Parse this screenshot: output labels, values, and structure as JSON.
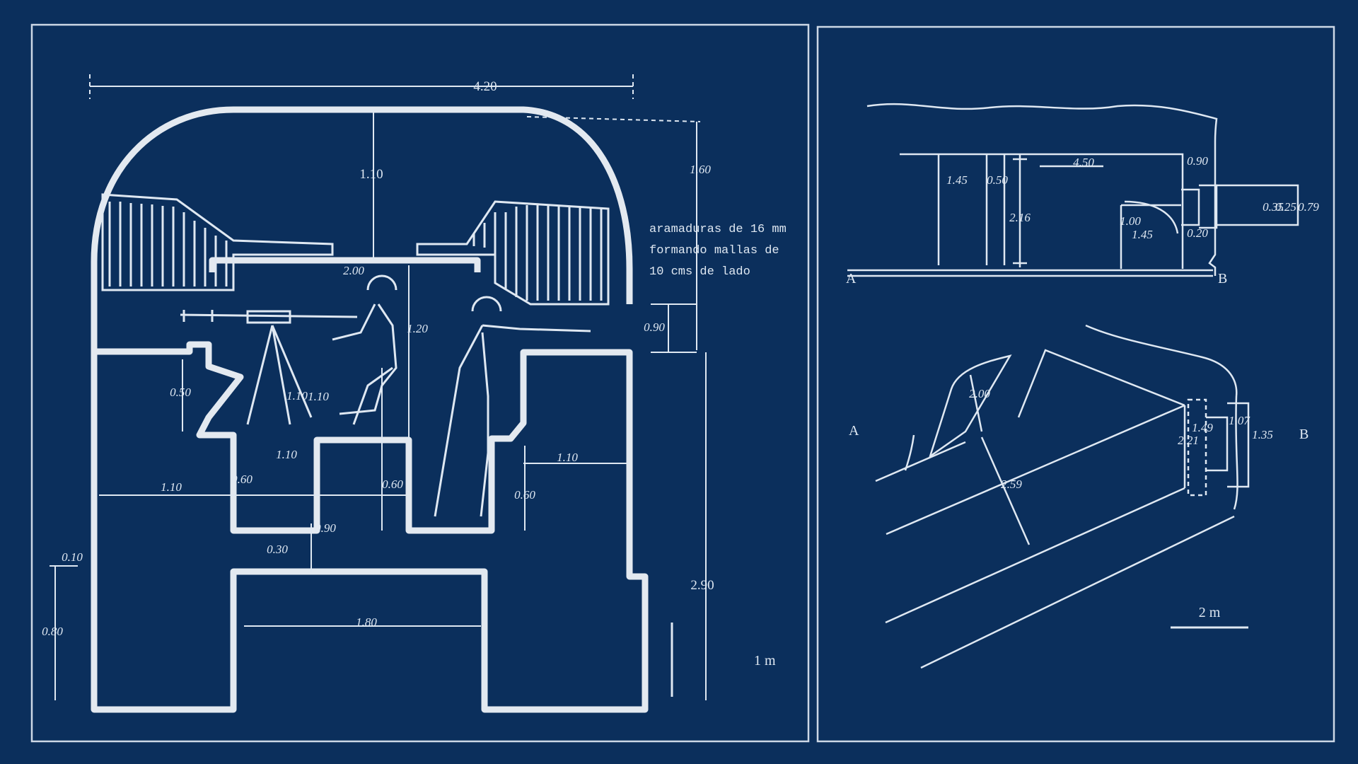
{
  "colors": {
    "background": "#0b2f5c",
    "line": "#dfe8f2"
  },
  "left_panel": {
    "annotation": [
      "aramaduras de 16 mm",
      "formando mallas de",
      "10 cms de lado"
    ],
    "dimensions": {
      "overall_width": "4.20",
      "top_thickness": "1.10",
      "right_top": "1.60",
      "slot_width": "2.00",
      "interior_height": "1.20",
      "opening_height": "0.90",
      "mount_height": "0.50",
      "mount_h1": "1.10",
      "mount_h2": "1.10",
      "step_left": "0.60",
      "step_right": "0.60",
      "left_width": "1.10",
      "right_width": "1.10",
      "right_step": "0.60",
      "platform_gap": "0.90",
      "floor_gap": "0.30",
      "total_height": "2.90",
      "base_width": "1.80",
      "small_top": "0.10",
      "left_height": "0.80",
      "gun_mid": "1.10"
    },
    "scale": "1 m"
  },
  "right_panel": {
    "section_top": {
      "label_a": "A",
      "label_b": "B",
      "width": "4.50",
      "wall": "0.90",
      "small_a": "1.45",
      "small_b": "0.50",
      "height": "2.16",
      "inner_h": "1.00",
      "inner_w": "1.45",
      "emb_a": "0.20",
      "emb_b": "0.35",
      "emb_c": "0.25",
      "emb_d": "0.79"
    },
    "plan": {
      "label_a": "A",
      "label_b": "B",
      "depth": "2.00",
      "diag": "2.59",
      "w1": "2.21",
      "w2": "1.49",
      "w3": "1.07",
      "w4": "1.35"
    },
    "scale": "2 m"
  }
}
